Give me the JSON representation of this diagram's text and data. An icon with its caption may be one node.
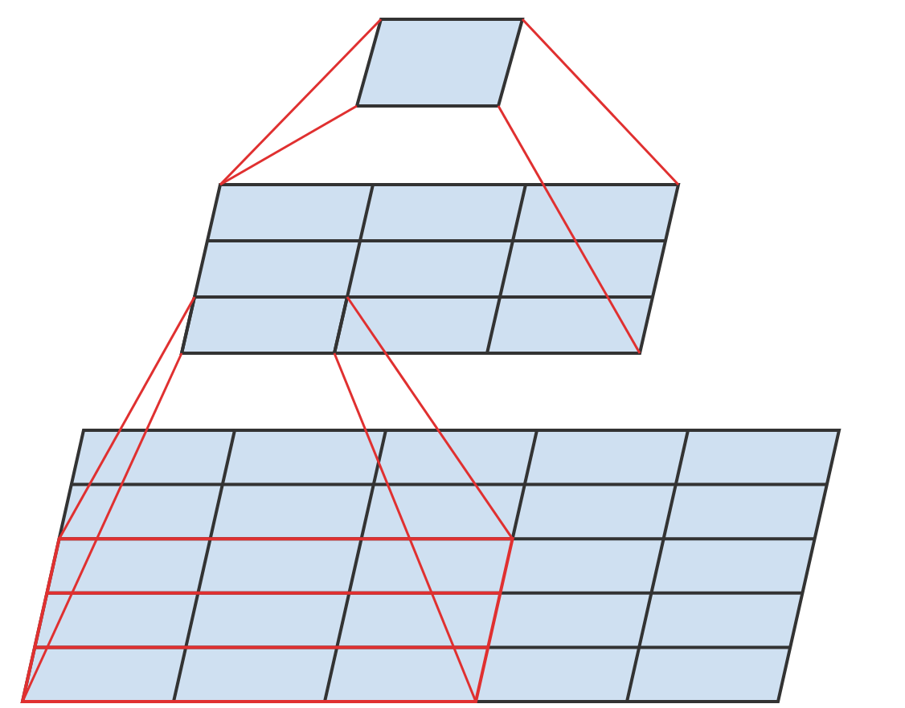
{
  "diagram": {
    "nodes": [
      {
        "text": [],
        "shape": "box"
      },
      {
        "text": [],
        "shape": "box"
      },
      {
        "text": [],
        "shape": "box",
        "in": 1
      },
      {
        "text": [],
        "shape": "box"
      },
      {
        "text": [],
        "shape": "box",
        "in": 3
      }
    ],
    "edges": [
      {
        "from": 0,
        "to": 1,
        "arrow": "none"
      },
      {
        "from": 0,
        "to": 1,
        "arrow": "none"
      },
      {
        "from": 0,
        "to": 1,
        "arrow": "none"
      },
      {
        "from": 0,
        "to": 1,
        "arrow": "none"
      },
      {
        "from": 2,
        "to": 4,
        "arrow": "none"
      },
      {
        "from": 2,
        "to": 4,
        "arrow": "none"
      },
      {
        "from": 2,
        "to": 4,
        "arrow": "none"
      },
      {
        "from": 2,
        "to": 4,
        "arrow": "none"
      }
    ]
  }
}
